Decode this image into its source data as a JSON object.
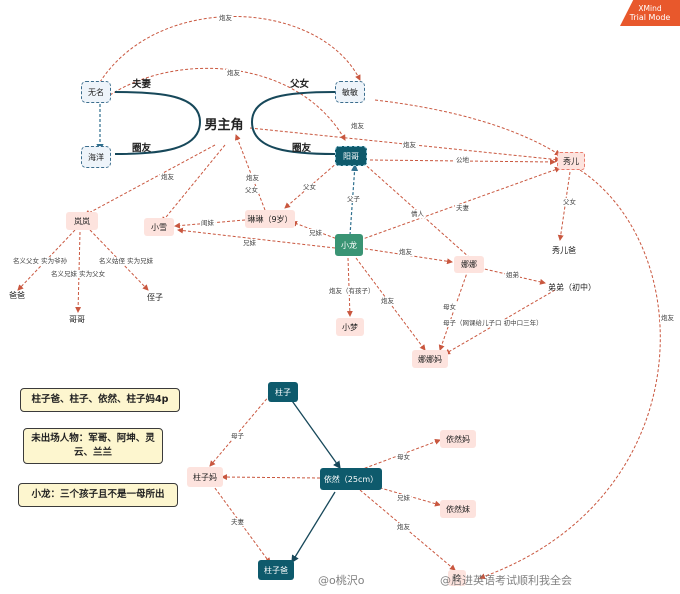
{
  "badge": {
    "brand": "XMind",
    "mode": "Trial Mode"
  },
  "nodes": {
    "main": "男主角",
    "wuming": "无名",
    "haiyang": "海洋",
    "minmin": "敏敏",
    "yangge": "阳哥",
    "xiuer": "秀儿",
    "xiuerba": "秀儿爸",
    "lanlan": "岚岚",
    "baba": "爸爸",
    "gege": "哥哥",
    "zhizi": "侄子",
    "xiaoxue": "小雪",
    "linlin": "琳琳（9岁）",
    "xiaolong": "小龙",
    "nana": "娜娜",
    "didi": "弟弟（初中）",
    "xiaomeng": "小梦",
    "nanama": "娜娜妈",
    "zhuzi": "柱子",
    "zhuzima": "柱子妈",
    "yiran": "依然（25cm）",
    "yiranma": "依然妈",
    "yiranmei": "依然妹",
    "zhuziba": "柱子爸",
    "ling": "玲"
  },
  "labels": {
    "fuqi": "夫妻",
    "funv": "父女",
    "quanyou_left": "圈友",
    "quanyou_right": "圈友",
    "paoyou_top": "炮友",
    "paoyou_mid": "炮友",
    "paoyou_right1": "炮友",
    "paoyou_lanlan": "炮友",
    "paoyou_yangge": "炮友",
    "gongdi": "公地",
    "fuzi_xiuer": "父女",
    "paoyou_xiaoxue": "炮友",
    "fuzi_linlin": "父女",
    "fuzi_yangge": "父子",
    "yanmei": "闺妹",
    "xiongmei_linlin": "兄妹",
    "xiongmei_xiaoxue": "兄妹",
    "qingren": "情人",
    "fuqi_xiuer": "夫妻",
    "ganyi_fu": "名义父女  实为爷孙",
    "ganyi_xiong": "名义兄妹  实为父女",
    "ganyi_zhi": "名义姑侄  实为兄妹",
    "jiedi": "姐弟",
    "paoyou_youhaizi": "炮友（有孩子）",
    "paoyou_nanama": "炮友",
    "munv": "母女",
    "muzi": "母子（网课给儿子口  初中口三年）",
    "paoyou_far": "炮友",
    "muzi_zhuzi": "母子",
    "munv_yiran": "母女",
    "fuqi_zhuzi": "夫妻",
    "xiongmei_yiran": "兄妹",
    "paoyou_ling": "炮友"
  },
  "notes": {
    "n1": "柱子爸、柱子、依然、柱子妈4p",
    "n2": "未出场人物：军哥、阿坤、灵云、兰兰",
    "n3": "小龙：三个孩子且不是一母所出"
  },
  "watermarks": {
    "w1": "@o桃沢o",
    "w2": "@后进英语考试顺利我全会"
  },
  "colors": {
    "dash_red": "#c9573f",
    "dash_blue": "#2e6f8e",
    "solid_dark": "#17485a",
    "node_pink": "#fde3de",
    "node_teal": "#0e5a6c",
    "node_green": "#3a9474"
  }
}
